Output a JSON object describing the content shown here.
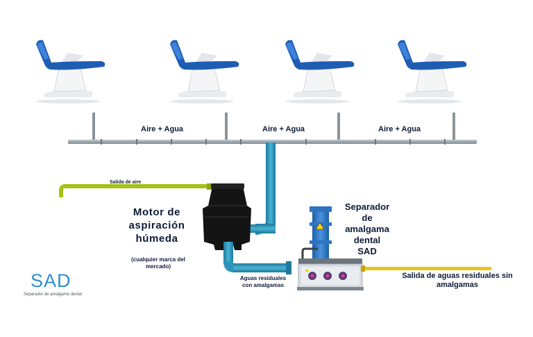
{
  "chair_labels": [
    "Aire + Agua",
    "Aire + Agua",
    "Aire + Agua"
  ],
  "air_outlet_label": "Salida de aire",
  "motor": {
    "title_line1": "Motor de",
    "title_line2": "aspiración",
    "title_line3": "húmeda",
    "note": "(cualquier marca del mercado)"
  },
  "separator": {
    "title_line1": "Separador",
    "title_line2": "de",
    "title_line3": "amalgama",
    "title_line4": "dental",
    "title_line5": "SAD"
  },
  "inlet_label": "Aguas residuales con amalgamas",
  "outlet_label": "Salida de aguas residuales sin amalgamas",
  "brand": {
    "name": "SAD",
    "tagline": "Separador de amalgame dental"
  },
  "colors": {
    "chair_blue": "#1f5db3",
    "pipe_blue": "#2d95b9",
    "air_pipe_green": "#a6c215",
    "water_pipe_yellow": "#ecc41e",
    "rail_gray": "#9aa3aa",
    "brand_blue": "#2f8fce",
    "text_dark": "#0d1b36"
  }
}
